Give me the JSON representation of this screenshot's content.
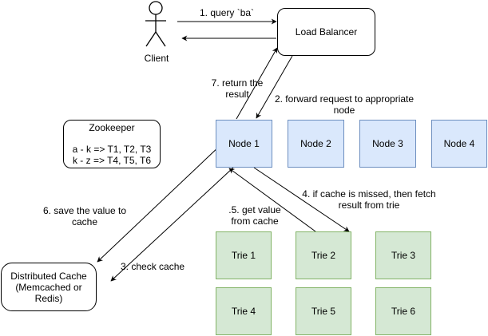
{
  "actors": {
    "client": "Client"
  },
  "boxes": {
    "load_balancer": "Load Balancer",
    "zookeeper_title": "Zookeeper",
    "zookeeper_lines": [
      "a - k => T1, T2, T3",
      "k - z => T4, T5, T6"
    ],
    "cache_lines": [
      "Distributed Cache",
      "(Memcached or",
      "Redis)"
    ],
    "nodes": [
      "Node 1",
      "Node 2",
      "Node 3",
      "Node 4"
    ],
    "tries": [
      "Trie 1",
      "Trie 2",
      "Trie 3",
      "Trie 4",
      "Trie 5",
      "Trie 6"
    ]
  },
  "edge_labels": {
    "step1": "1. query `ba`",
    "step2_line1": "2. forward request to appropriate",
    "step2_line2": "node",
    "step3": "3. check cache",
    "step4_line1": "4. if cache is missed, then fetch",
    "step4_line2": "result from trie",
    "step5_line1": ".5. get value",
    "step5_line2": "from cache",
    "step6_line1": "6. save the value to",
    "step6_line2": "cache",
    "step7_line1": "7. return the",
    "step7_line2": "result"
  },
  "colors": {
    "node_fill": "#dae8fc",
    "node_stroke": "#6c8ebf",
    "trie_fill": "#d5e8d4",
    "trie_stroke": "#82b366"
  }
}
